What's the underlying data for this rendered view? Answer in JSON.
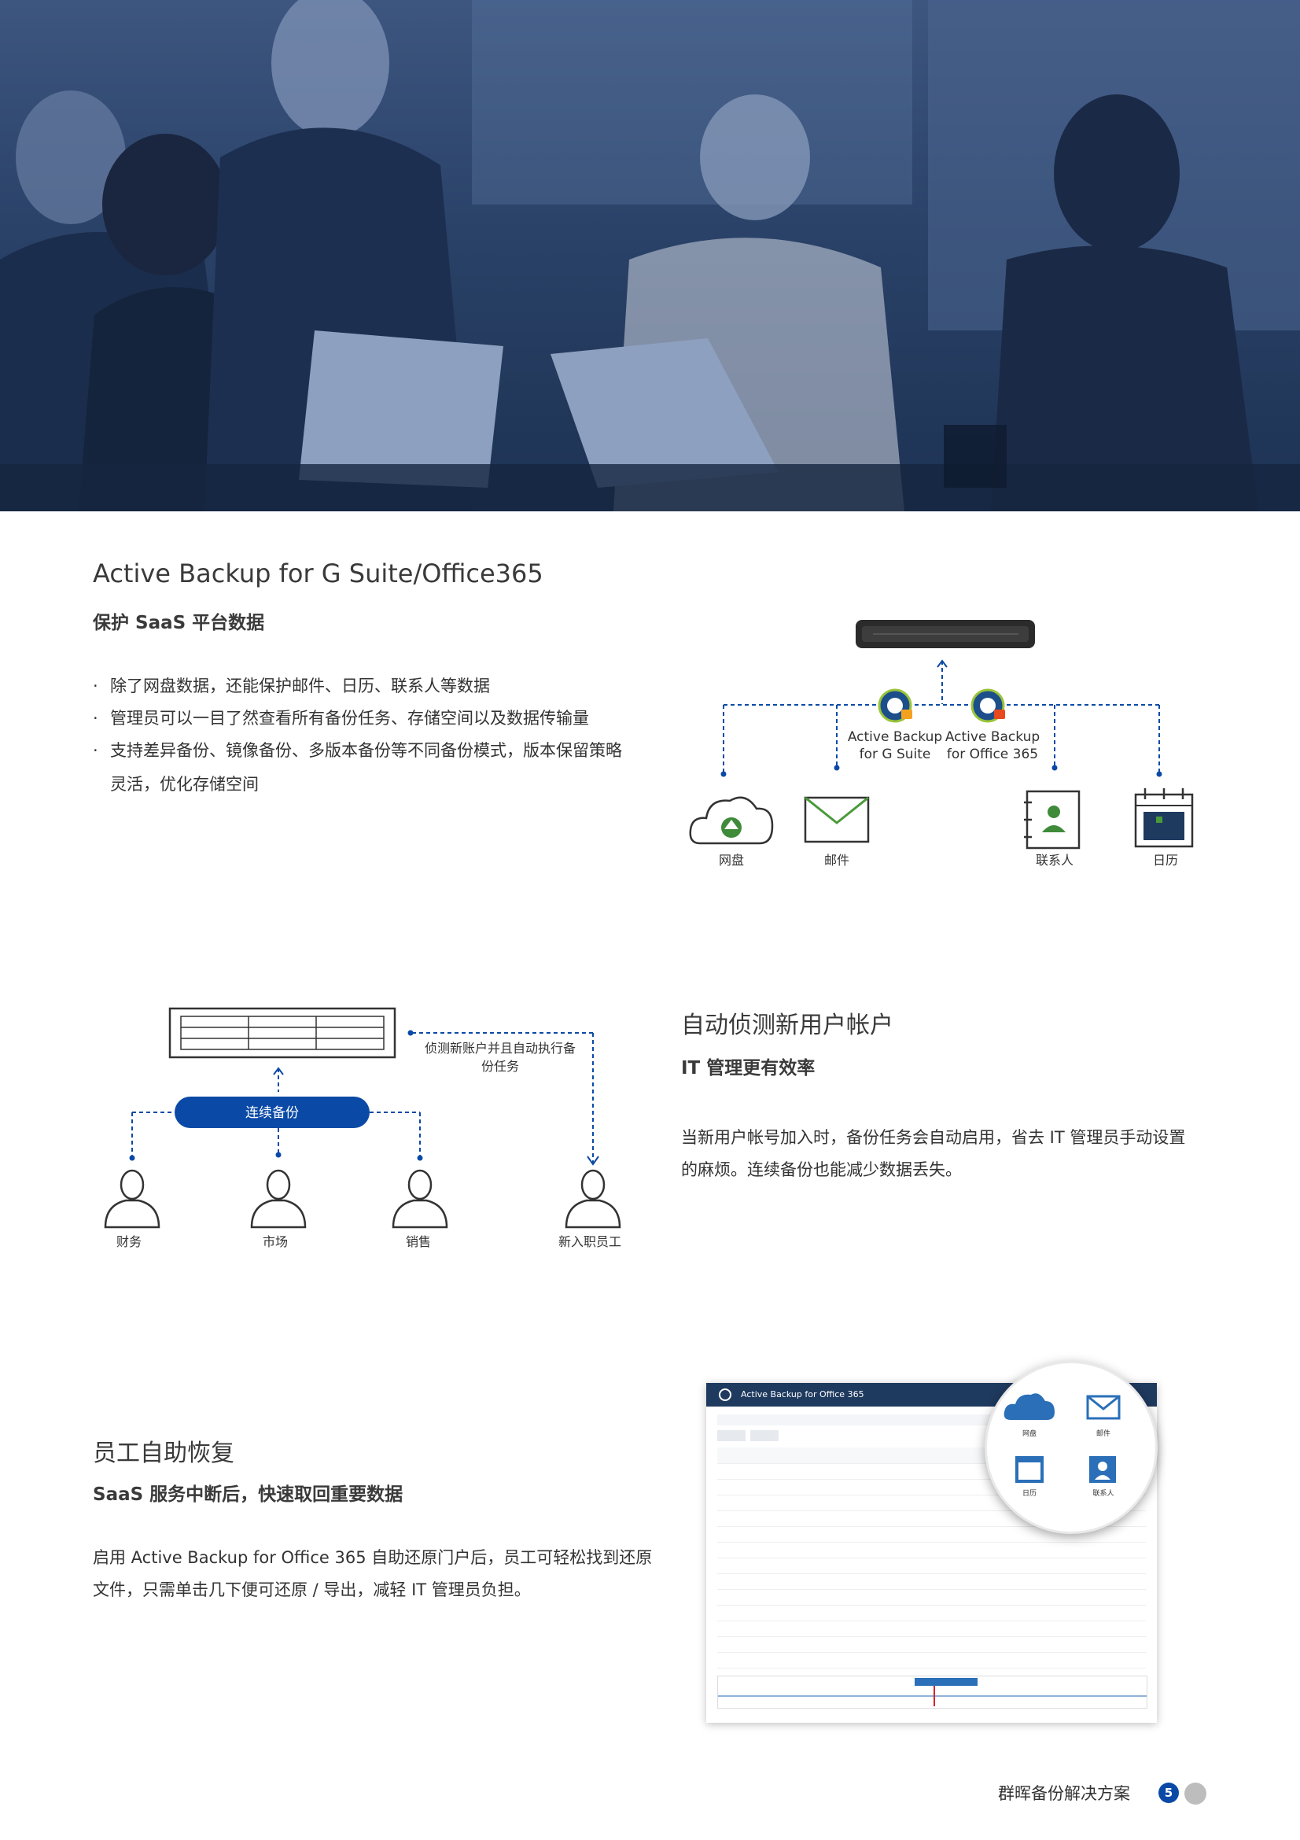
{
  "section1": {
    "title": "Active Backup for G Suite/Office365",
    "subtitle": "保护 SaaS 平台数据",
    "bullets": [
      "除了网盘数据，还能保护邮件、日历、联系人等数据",
      "管理员可以一目了然查看所有备份任务、存储空间以及数据传输量",
      "支持差异备份、镜像备份、多版本备份等不同备份模式，版本保留策略",
      "灵活，优化存储空间"
    ],
    "diagram": {
      "app1_line1": "Active Backup",
      "app1_line2": "for G Suite",
      "app2_line1": "Active Backup",
      "app2_line2": "for Office 365",
      "items": [
        "网盘",
        "邮件",
        "联系人",
        "日历"
      ]
    }
  },
  "section2": {
    "title": "自动侦测新用户帐户",
    "subtitle": "IT 管理更有效率",
    "body_line1": "当新用户帐号加入时，备份任务会自动启用，省去 IT 管理员手动设置",
    "body_line2": "的麻烦。连续备份也能减少数据丢失。",
    "diagram": {
      "pill": "连续备份",
      "note_line1": "侦测新账户并且自动执行备",
      "note_line2": "份任务",
      "people": [
        "财务",
        "市场",
        "销售",
        "新入职员工"
      ]
    }
  },
  "section3": {
    "title": "员工自助恢复",
    "subtitle": "SaaS 服务中断后，快速取回重要数据",
    "body_line1": "启用 Active Backup for Office 365 自助还原门户后，员工可轻松找到还原",
    "body_line2": "文件，只需单击几下便可还原 / 导出，减轻 IT 管理员负担。",
    "screenshot": {
      "app_title": "Active Backup for Office 365",
      "zoom_items": [
        "网盘",
        "邮件",
        "日历",
        "联系人"
      ]
    }
  },
  "footer": {
    "text": "群晖备份解决方案",
    "page": "5"
  },
  "colors": {
    "accent": "#0a4aa6",
    "hero": "#2a4268"
  }
}
